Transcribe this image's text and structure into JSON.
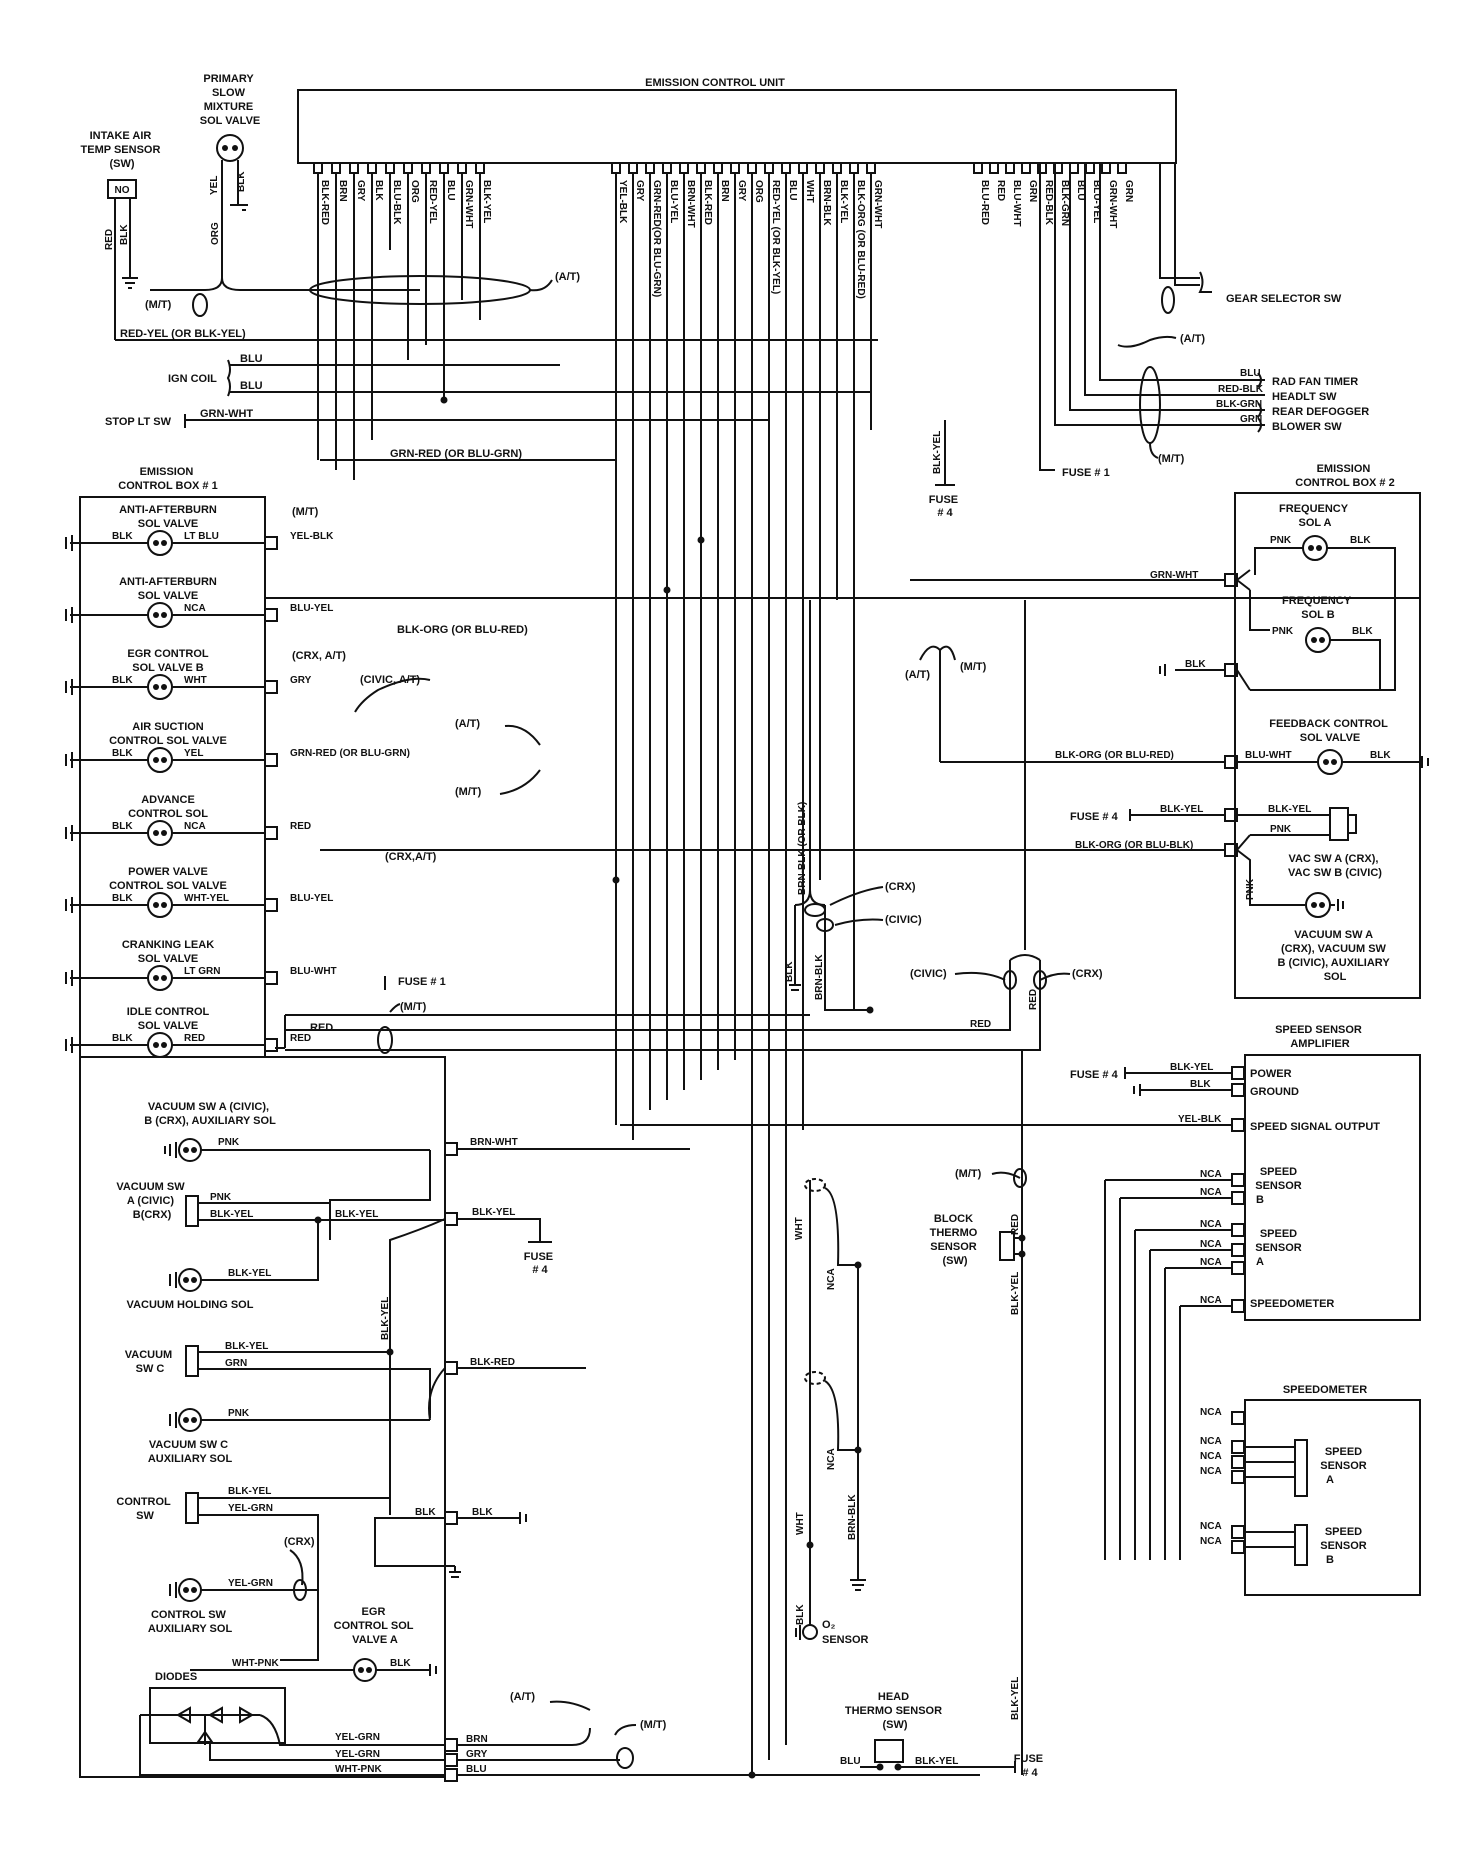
{
  "ecu": {
    "title": "EMISSION CONTROL UNIT",
    "pins_group1": [
      "BLK-RED",
      "BRN",
      "GRY",
      "BLK",
      "BLU-BLK",
      "ORG",
      "RED-YEL",
      "BLU",
      "GRN-WHT",
      "BLK-YEL"
    ],
    "pins_group2": [
      "YEL-BLK",
      "GRY",
      "GRN-RED(OR BLU-GRN)",
      "BLU-YEL",
      "BRN-WHT",
      "BLK-RED",
      "BRN",
      "GRY",
      "ORG",
      "RED-YEL (OR BLK-YEL)",
      "BLU",
      "WHT",
      "BRN-BLK",
      "BLK-YEL",
      "BLK-ORG (OR BLU-RED)",
      "GRN-WHT"
    ],
    "pins_group3": [
      "BLU-RED",
      "RED",
      "BLU-WHT",
      "GRN",
      "RED-BLK",
      "BLK-GRN",
      "BLU",
      "BLU-YEL",
      "GRN-WHT",
      "GRN"
    ]
  },
  "left_top": {
    "primary_slow": "PRIMARY SLOW MIXTURE SOL VALVE",
    "primary_slow_lines": [
      "PRIMARY",
      "SLOW",
      "MIXTURE",
      "SOL VALVE"
    ],
    "intake_lines": [
      "INTAKE AIR",
      "TEMP SENSOR",
      "(SW)"
    ],
    "intake_no": "NO",
    "yel": "YEL",
    "blk": "BLK",
    "red": "RED",
    "org": "ORG",
    "mt": "(M/T)",
    "at": "(A/T)",
    "red_yel": "RED-YEL (OR BLK-YEL)",
    "ign_coil": "IGN COIL",
    "blu1": "BLU",
    "blu2": "BLU",
    "stop_lt": "STOP LT SW",
    "grn_wht": "GRN-WHT",
    "grn_red": "GRN-RED (OR BLU-GRN)"
  },
  "right_top": {
    "gear_selector": "GEAR SELECTOR SW",
    "at": "(A/T)",
    "mt": "(M/T)",
    "rad_fan": "RAD FAN TIMER",
    "headlt": "HEADLT SW",
    "rear_defog": "REAR DEFOGGER",
    "blower": "BLOWER SW",
    "blu": "BLU",
    "red_blk": "RED-BLK",
    "blk_grn": "BLK-GRN",
    "grn": "GRN",
    "fuse1": "FUSE # 1",
    "blk_yel": "BLK-YEL",
    "fuse4_lines": [
      "FUSE",
      "# 4"
    ]
  },
  "ecb1": {
    "title_lines": [
      "EMISSION",
      "CONTROL BOX # 1"
    ],
    "items": [
      {
        "lines": [
          "ANTI-AFTERBURN",
          "SOL VALVE"
        ],
        "left": "BLK",
        "right": "LT BLU",
        "wire": "YEL-BLK",
        "note": "(M/T)"
      },
      {
        "lines": [
          "ANTI-AFTERBURN",
          "SOL VALVE"
        ],
        "left": "",
        "right": "NCA",
        "wire": "BLU-YEL",
        "note": ""
      },
      {
        "lines": [
          "EGR CONTROL",
          "SOL VALVE B"
        ],
        "left": "BLK",
        "right": "WHT",
        "wire": "GRY",
        "note": "(CRX, A/T)"
      },
      {
        "lines": [
          "AIR SUCTION",
          "CONTROL SOL VALVE"
        ],
        "left": "BLK",
        "right": "YEL",
        "wire": "GRN-RED (OR BLU-GRN)",
        "note": ""
      },
      {
        "lines": [
          "ADVANCE",
          "CONTROL SOL"
        ],
        "left": "BLK",
        "right": "NCA",
        "wire": "RED",
        "note": ""
      },
      {
        "lines": [
          "POWER VALVE",
          "CONTROL SOL VALVE"
        ],
        "left": "BLK",
        "right": "WHT-YEL",
        "wire": "BLU-YEL",
        "note": ""
      },
      {
        "lines": [
          "CRANKING LEAK",
          "SOL VALVE"
        ],
        "left": "",
        "right": "LT GRN",
        "wire": "BLU-WHT",
        "note": ""
      },
      {
        "lines": [
          "IDLE CONTROL",
          "SOL VALVE"
        ],
        "left": "BLK",
        "right": "RED",
        "wire": "RED",
        "note": ""
      }
    ],
    "blk_org": "BLK-ORG (OR BLU-RED)",
    "civic_at": "(CIVIC, A/T)",
    "at": "(A/T)",
    "mt": "(M/T)",
    "crx_at": "(CRX,A/T)",
    "fuse1": "FUSE # 1",
    "red2": "RED",
    "mt2": "(M/T)"
  },
  "lower_left": {
    "vacsw_a_lines": [
      "VACUUM SW A (CIVIC),",
      "B (CRX), AUXILIARY SOL"
    ],
    "pnk": "PNK",
    "brn_wht": "BRN-WHT",
    "vacsw_lines": [
      "VACUUM SW",
      "A (CIVIC)",
      "B(CRX)"
    ],
    "blk_yel": "BLK-YEL",
    "fuse4_lines": [
      "FUSE",
      "# 4"
    ],
    "vac_holding": "VACUUM HOLDING SOL",
    "vacsw_c_lines": [
      "VACUUM",
      "SW C"
    ],
    "grn": "GRN",
    "blk_red": "BLK-RED",
    "vacsw_c_aux_lines": [
      "VACUUM SW C",
      "AUXILIARY SOL"
    ],
    "control_sw_lines": [
      "CONTROL",
      "SW"
    ],
    "yel_grn": "YEL-GRN",
    "blk": "BLK",
    "crx": "(CRX)",
    "control_aux_lines": [
      "CONTROL SW",
      "AUXILIARY SOL"
    ],
    "egr_a_lines": [
      "EGR",
      "CONTROL SOL",
      "VALVE A"
    ],
    "wht_pnk": "WHT-PNK",
    "diodes": "DIODES",
    "brn": "BRN",
    "gry": "GRY",
    "blu": "BLU",
    "at": "(A/T)",
    "mt": "(M/T)"
  },
  "ecb2": {
    "title_lines": [
      "EMISSION",
      "CONTROL BOX # 2"
    ],
    "freq_a_lines": [
      "FREQUENCY",
      "SOL  A"
    ],
    "freq_b_lines": [
      "FREQUENCY",
      "SOL  B"
    ],
    "pnk": "PNK",
    "blk": "BLK",
    "grn_wht": "GRN-WHT",
    "feedback_lines": [
      "FEEDBACK CONTROL",
      "SOL VALVE"
    ],
    "blk_org": "BLK-ORG (OR BLU-RED)",
    "blu_wht": "BLU-WHT",
    "fuse4": "FUSE # 4",
    "blk_yel": "BLK-YEL",
    "blk_org2": "BLK-ORG (OR BLU-BLK)",
    "vac_sw_lines": [
      "VAC SW A (CRX),",
      "VAC SW B (CIVIC)"
    ],
    "vac_aux_lines": [
      "VACUUM SW A",
      "(CRX), VACUUM SW",
      "B (CIVIC), AUXILIARY",
      "SOL"
    ]
  },
  "middle": {
    "brn_blk_or": "BRN-BLK (OR BLK)",
    "crx": "(CRX)",
    "civic": "(CIVIC)",
    "blk": "BLK",
    "brn_blk": "BRN-BLK",
    "civic2": "(CIVIC)",
    "crx2": "(CRX)",
    "red": "RED",
    "at": "(A/T)",
    "mt": "(M/T)"
  },
  "speed_amp": {
    "title_lines": [
      "SPEED SENSOR",
      "AMPLIFIER"
    ],
    "power": "POWER",
    "ground": "GROUND",
    "speed_signal": "SPEED SIGNAL OUTPUT",
    "fuse4": "FUSE # 4",
    "blk_yel": "BLK-YEL",
    "blk": "BLK",
    "yel_blk": "YEL-BLK",
    "nca": "NCA",
    "sensor_b_lines": [
      "SPEED",
      "SENSOR",
      "B"
    ],
    "sensor_a_lines": [
      "SPEED",
      "SENSOR",
      "A"
    ],
    "speedometer": "SPEEDOMETER"
  },
  "speedometer": {
    "title": "SPEEDOMETER",
    "nca": "NCA",
    "sensor_a_lines": [
      "SPEED",
      "SENSOR",
      "A"
    ],
    "sensor_b_lines": [
      "SPEED",
      "SENSOR",
      "B"
    ]
  },
  "bottom_center": {
    "mt": "(M/T)",
    "red": "RED",
    "block_thermo_lines": [
      "BLOCK",
      "THERMO",
      "SENSOR",
      "(SW)"
    ],
    "blk_yel": "BLK-YEL",
    "wht": "WHT",
    "nca": "NCA",
    "brn_blk": "BRN-BLK",
    "blk": "BLK",
    "o2_lines": [
      "O₂",
      "SENSOR"
    ],
    "head_thermo_lines": [
      "HEAD",
      "THERMO SENSOR",
      "(SW)"
    ],
    "blu": "BLU",
    "fuse4_lines": [
      "FUSE",
      "# 4"
    ]
  }
}
